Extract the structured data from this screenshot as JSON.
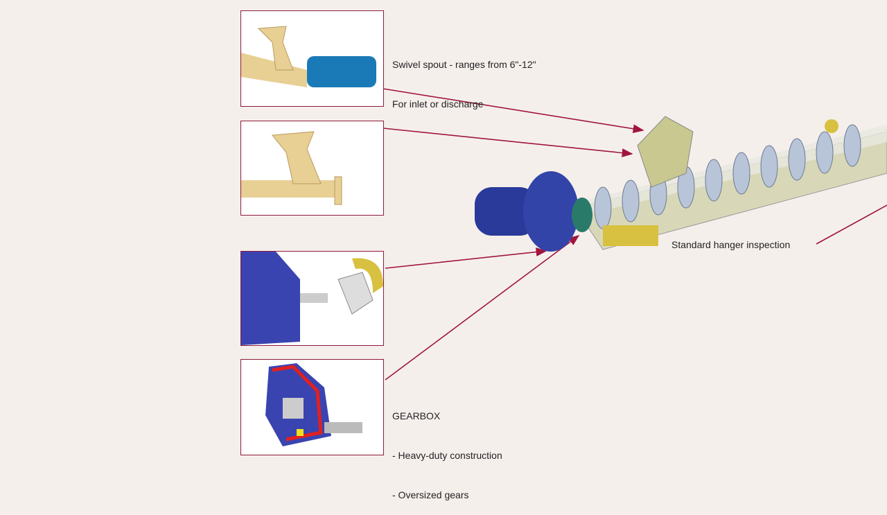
{
  "callouts": {
    "swivel": {
      "line1": "Swivel spout - ranges from 6\"-12\"",
      "line2": "For inlet or discharge"
    },
    "hanger": {
      "text": "Standard hanger inspection"
    },
    "gearbox": {
      "title": "GEARBOX",
      "line1": "- Heavy-duty construction",
      "line2": "- Oversized gears"
    }
  },
  "colors": {
    "line": "#a0153e",
    "frame": "#8b1a3a",
    "motor": "#2a3a9a",
    "spout": "#e8cf94",
    "trough": "#c8c8a0"
  }
}
